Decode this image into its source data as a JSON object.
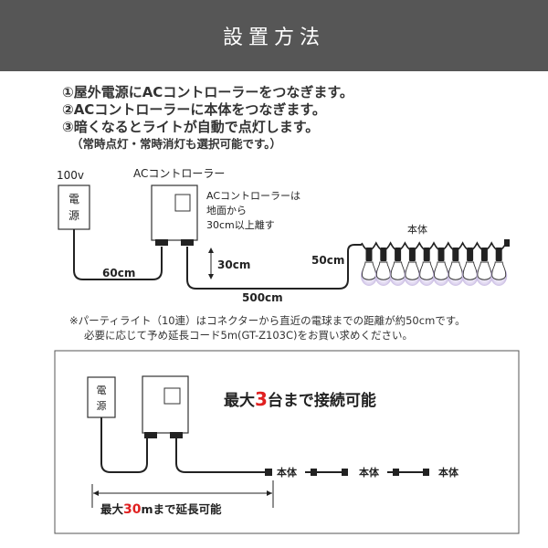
{
  "header": {
    "title": "設置方法"
  },
  "steps": [
    "①屋外電源にACコントローラーをつなぎます。",
    "②ACコントローラーに本体をつなぎます。",
    "③暗くなるとライトが自動で点灯します。"
  ],
  "steps_note": "（常時点灯・常時消灯も選択可能です。）",
  "diagram1": {
    "power_label": "100v",
    "power_box": [
      "電",
      "源"
    ],
    "controller_label": "ACコントローラー",
    "controller_note": [
      "ACコントローラーは",
      "地面から",
      "30cm以上離す"
    ],
    "dim_60": "60cm",
    "dim_30": "30cm",
    "dim_500": "500cm",
    "dim_50": "50cm",
    "body_label": "本体"
  },
  "notes": [
    "※パーティライト（10連）はコネクターから直近の電球までの距離が約50cmです。",
    "必要に応じて予め延長コード5m(GT-Z103C)をお買い求めください。"
  ],
  "diagram2": {
    "power_box": [
      "電",
      "源"
    ],
    "headline_prefix": "最大",
    "headline_number": "3",
    "headline_suffix": "台まで接続可能",
    "units": [
      "本体",
      "本体",
      "本体"
    ],
    "extension_prefix": "最大",
    "extension_number": "30",
    "extension_suffix": "mまで延長可能"
  },
  "colors": {
    "header_bg": "#565656",
    "accent_red": "#e02020",
    "bulb_glow": "#b9a9d8"
  }
}
